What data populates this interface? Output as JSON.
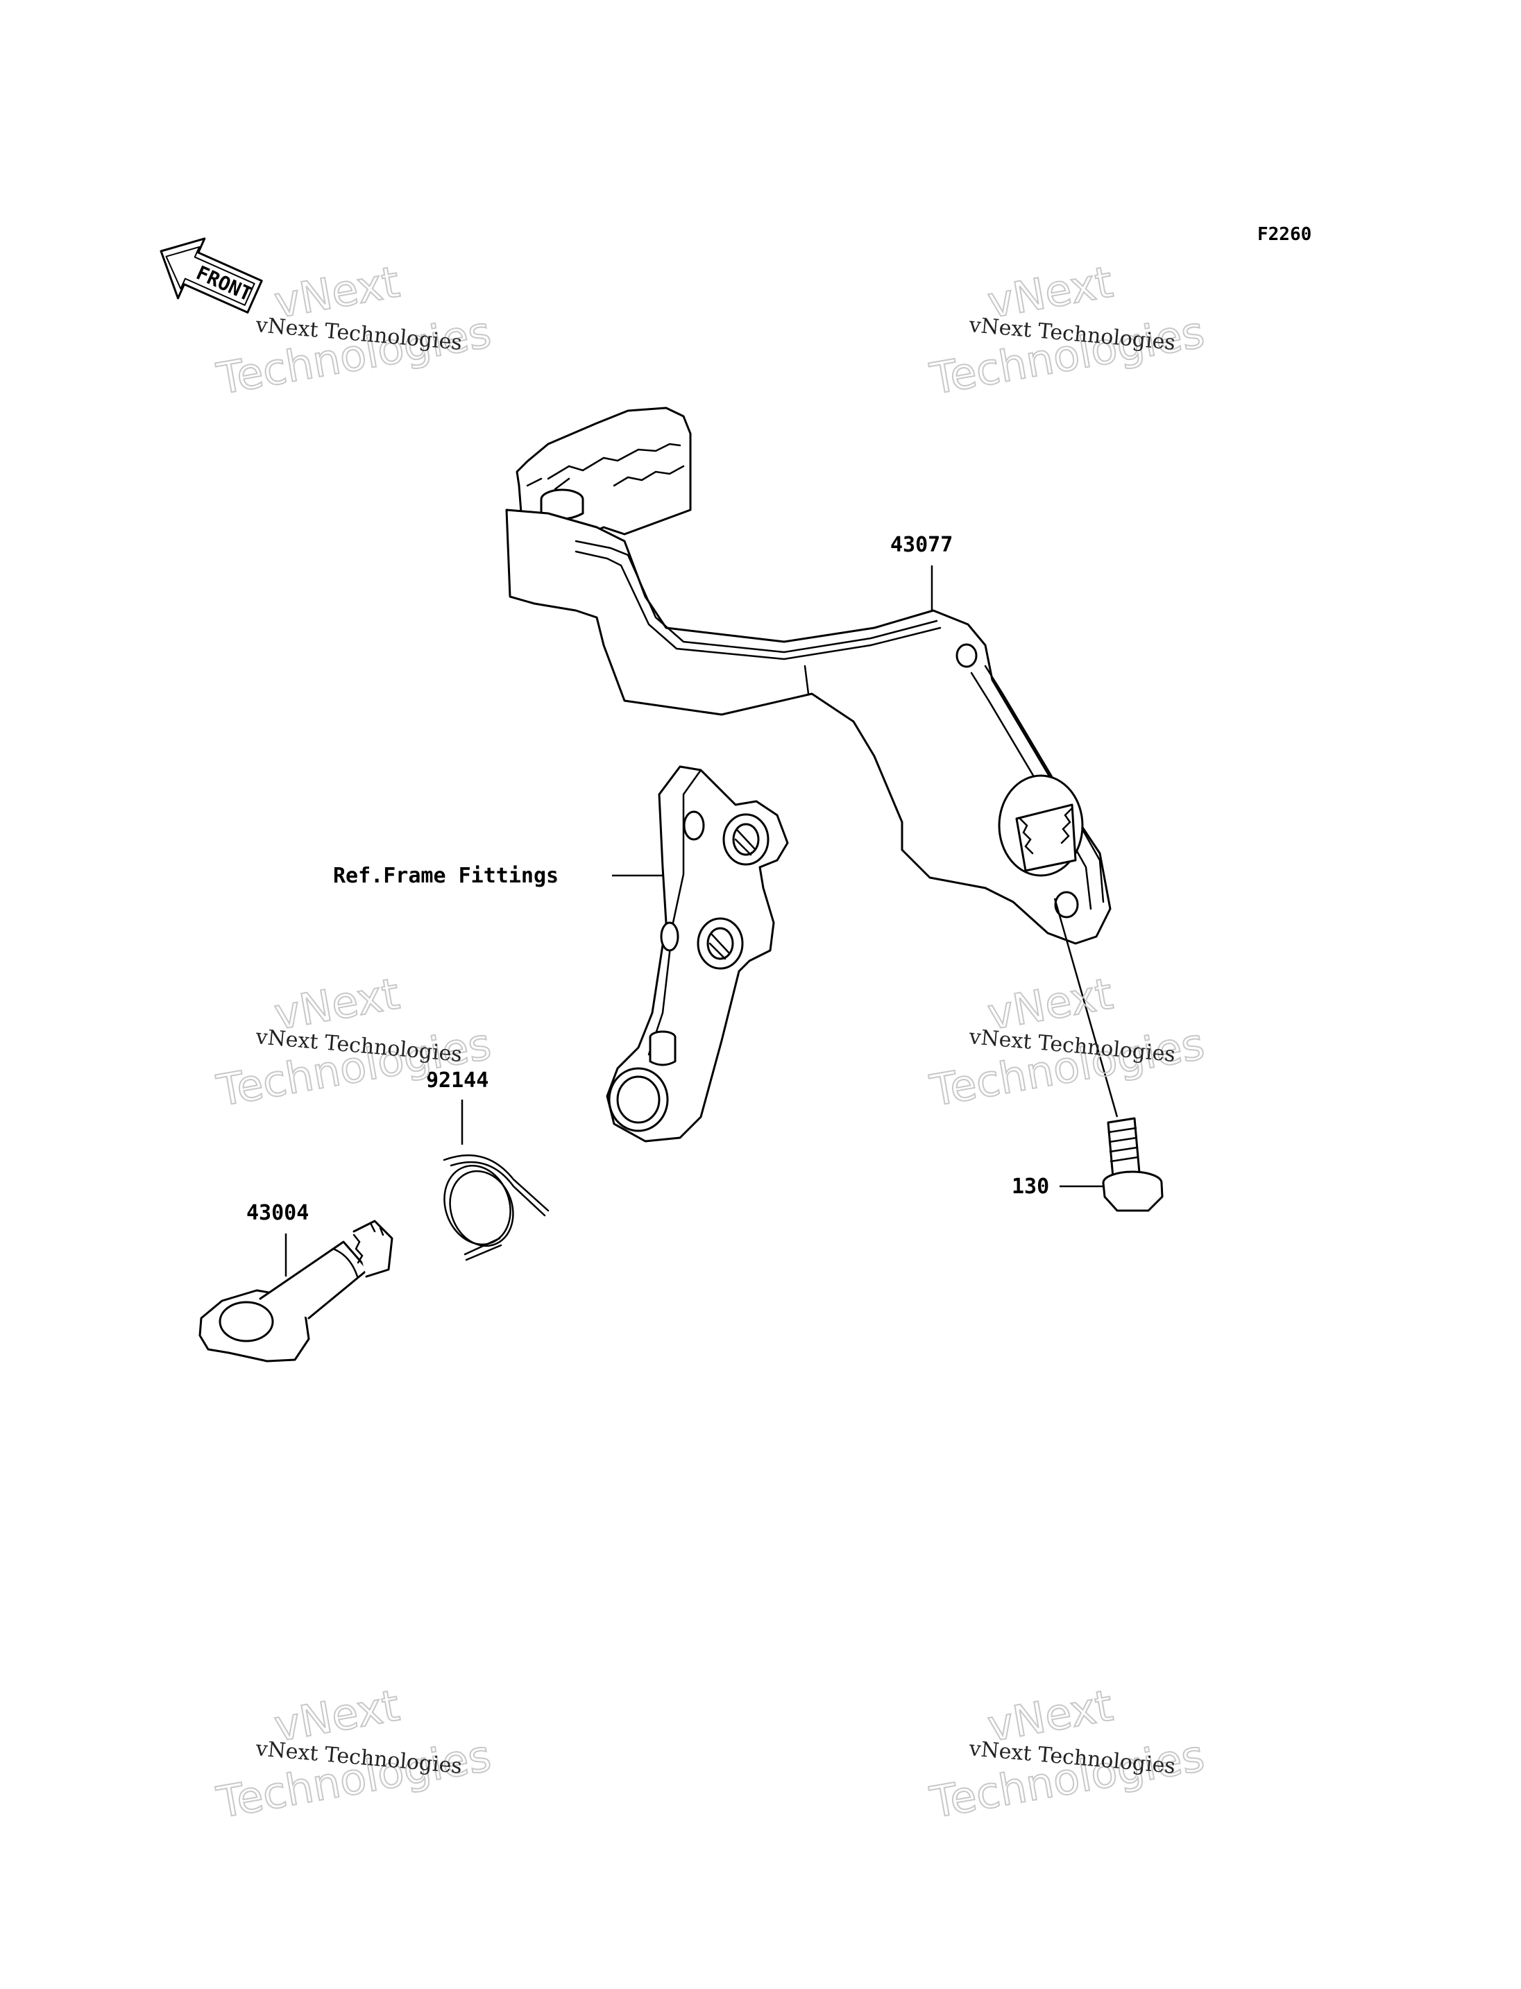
{
  "figure_code": "F2260",
  "front_badge": "FRONT",
  "callouts": {
    "brake_pedal": "43077",
    "frame_fittings": "Ref.Frame Fittings",
    "spring": "92144",
    "shaft": "43004",
    "bolt": "130"
  },
  "watermark": {
    "line1": "vNext",
    "line2": "Technologies",
    "caption": "vNext Technologies"
  }
}
